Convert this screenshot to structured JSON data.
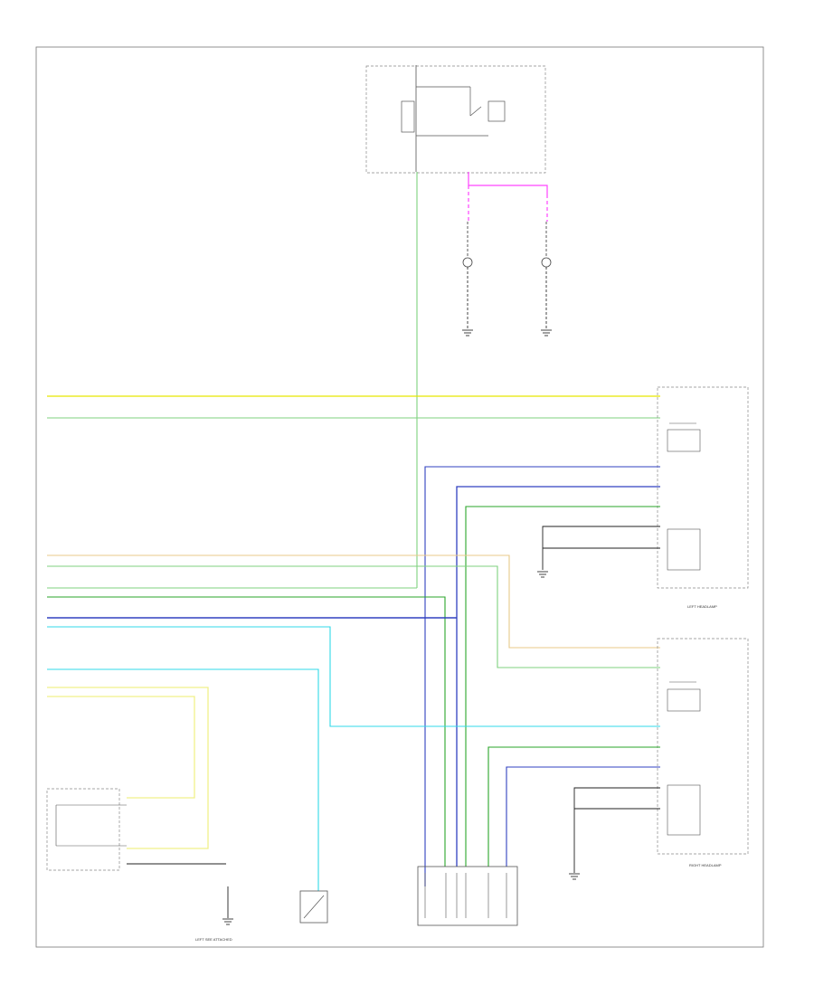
{
  "diagram": {
    "footer_code": "",
    "components": {
      "fuse_block": {
        "title": "",
        "subtitle": ""
      },
      "left_headlamp": {
        "label": "LEFT HEADLAMP"
      },
      "right_headlamp": {
        "label": "RIGHT HEADLAMP"
      },
      "leveling_actuator": {
        "label": ""
      },
      "turn_signal_switch": {
        "label": ""
      },
      "left_gnd": {
        "label": "LEFT SEE ATTACHED"
      },
      "g_label": {
        "label": ""
      },
      "right_gnd": {
        "label": ""
      }
    },
    "wire_colors": {
      "yellow": "#e6e600",
      "light_green": "#7fd17f",
      "green": "#2aa52a",
      "blue": "#3040c0",
      "light_blue": "#30d8e8",
      "tan": "#e8c98a",
      "pink": "#ff44ff",
      "black": "#222222"
    }
  }
}
